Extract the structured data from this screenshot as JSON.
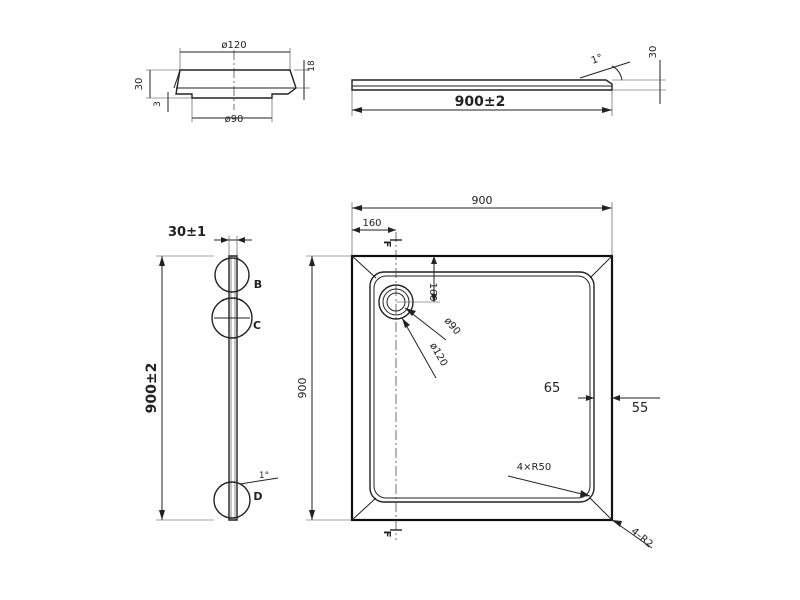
{
  "waste_detail": {
    "outer_dia": "ø120",
    "inner_dia": "ø90",
    "height": "30",
    "flange": "18",
    "step": "3"
  },
  "side_profile": {
    "length": "900±2",
    "thickness": "30",
    "slope": "1°"
  },
  "section": {
    "thickness": "30±1",
    "length": "900±2",
    "detail_b": "B",
    "detail_c": "C",
    "detail_d": "D",
    "slope": "1°"
  },
  "plan": {
    "width": "900",
    "height": "900",
    "waste_offset_x": "160",
    "waste_offset_y": "160",
    "waste_inner": "ø90",
    "waste_outer": "ø120",
    "rim_width": "65",
    "border_width": "55",
    "inner_radius": "4×R50",
    "outer_radius": "4–R2",
    "section_mark": "F"
  }
}
